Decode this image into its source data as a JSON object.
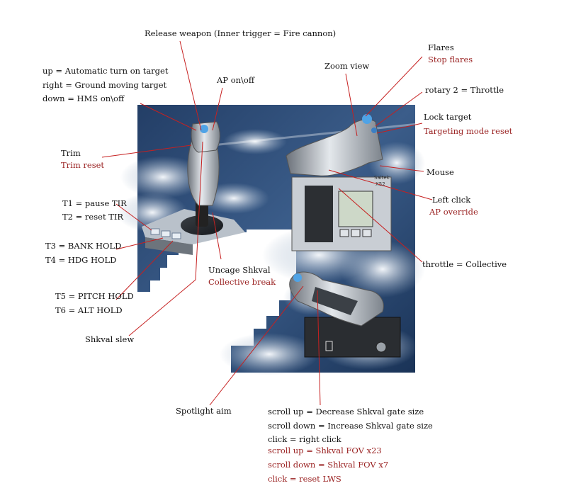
{
  "labels": {
    "release_weapon": "Release weapon (Inner trigger = Fire cannon)",
    "auto_turn": "up = Automatic turn on target",
    "ground_moving": "right = Ground moving target",
    "hms": "down = HMS on\\off",
    "ap": "AP on\\off",
    "trim": "Trim",
    "trim_reset": "Trim reset",
    "t1": "T1  = pause TIR",
    "t2": "T2 = reset TIR",
    "t3": "T3 = BANK HOLD",
    "t4": "T4 = HDG HOLD",
    "t5": "T5 = PITCH HOLD",
    "t6": "T6 = ALT HOLD",
    "uncage": "Uncage Shkval",
    "collective_break": "Collective break",
    "shkval_slew": "Shkval slew",
    "spotlight": "Spotlight aim",
    "zoom_view": "Zoom view",
    "flares": "Flares",
    "stop_flares": "Stop flares",
    "rotary2": "rotary 2 = Throttle",
    "lock_target": "Lock target",
    "targeting_reset": "Targeting mode reset",
    "mouse": "Mouse",
    "left_click": "Left click",
    "ap_override": "AP override",
    "throttle_collective": "throttle = Collective",
    "scroll_up_gate": "scroll up = Decrease Shkval gate size",
    "scroll_down_gate": "scroll down = Increase Shkval gate size",
    "click_right": "click = right click",
    "scroll_up_fov": "scroll up = Shkval FOV x23",
    "scroll_down_fov": "scroll down = Shkval FOV x7",
    "click_lws": "click = reset LWS"
  },
  "colors": {
    "line": "#c62020",
    "alt_text": "#9a2222",
    "sky_dark": "#15294a",
    "sky_mid": "#3d5f8c",
    "cloud": "#dfe6ee"
  },
  "device": {
    "brand": "Saitek",
    "model": "X52"
  }
}
